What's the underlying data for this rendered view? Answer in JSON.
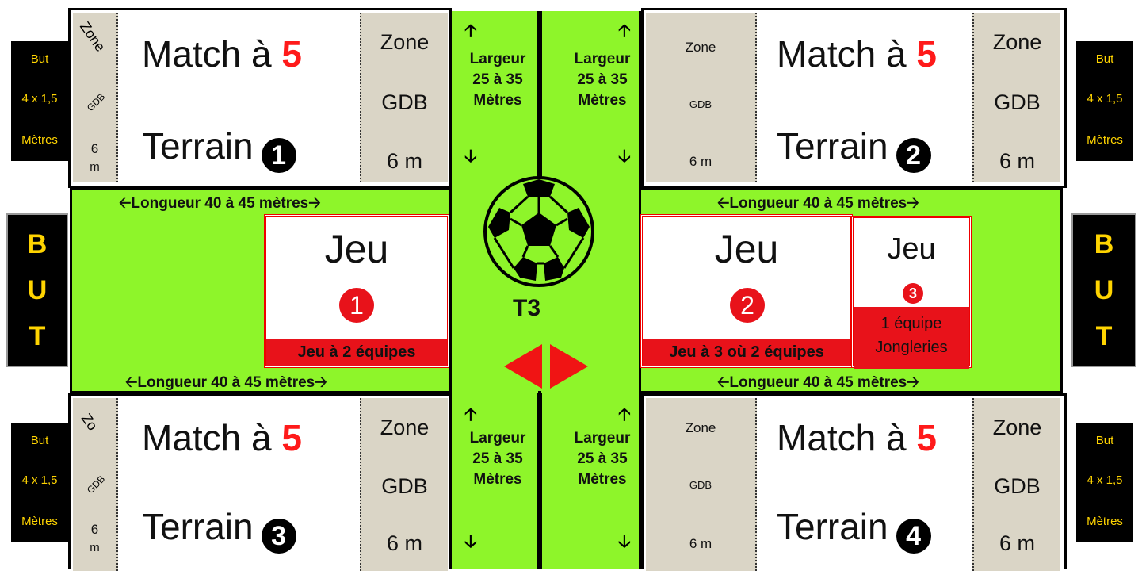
{
  "goals_small": {
    "line1": "But",
    "line2": "4 x 1,5",
    "line3": "Mètres"
  },
  "goals_large": {
    "letters": [
      "B",
      "U",
      "T"
    ]
  },
  "terrains": {
    "t1": {
      "match": "Match à ",
      "five": "5",
      "terrain": "Terrain",
      "num": "1"
    },
    "t2": {
      "match": "Match à ",
      "five": "5",
      "terrain": "Terrain",
      "num": "2"
    },
    "t3": {
      "match": "Match à ",
      "five": "5",
      "terrain": "Terrain",
      "num": "3"
    },
    "t4": {
      "match": "Match à ",
      "five": "5",
      "terrain": "Terrain",
      "num": "4"
    }
  },
  "zone": {
    "zone": "Zone",
    "gdb": "GDB",
    "dist": "6 m",
    "dist_a": "6",
    "dist_b": "m",
    "zone_trunc": "Zo"
  },
  "largeur": {
    "l1": "Largeur",
    "l2": "25 à 35",
    "l3": "Mètres"
  },
  "longueur": {
    "text": "Longueur 40 à 45 mètres"
  },
  "center": {
    "label": "T3"
  },
  "jeux": {
    "j1": {
      "word": "Jeu",
      "num": "1",
      "bar": "Jeu à 2 équipes"
    },
    "j2": {
      "word": "Jeu",
      "num": "2",
      "bar": "Jeu à 3 où 2 équipes"
    },
    "j3": {
      "word": "Jeu",
      "num": "3",
      "bar1": "1 équipe",
      "bar2": "Jongleries"
    }
  },
  "arrows": {
    "up": "🡡",
    "down": "🡣",
    "left": "🡠",
    "right": "🡢"
  },
  "colors": {
    "field_green": "#8ef52a",
    "goal_text": "#ffd400",
    "accent_red": "#e8121a",
    "zone_beige": "#dad5c6"
  }
}
